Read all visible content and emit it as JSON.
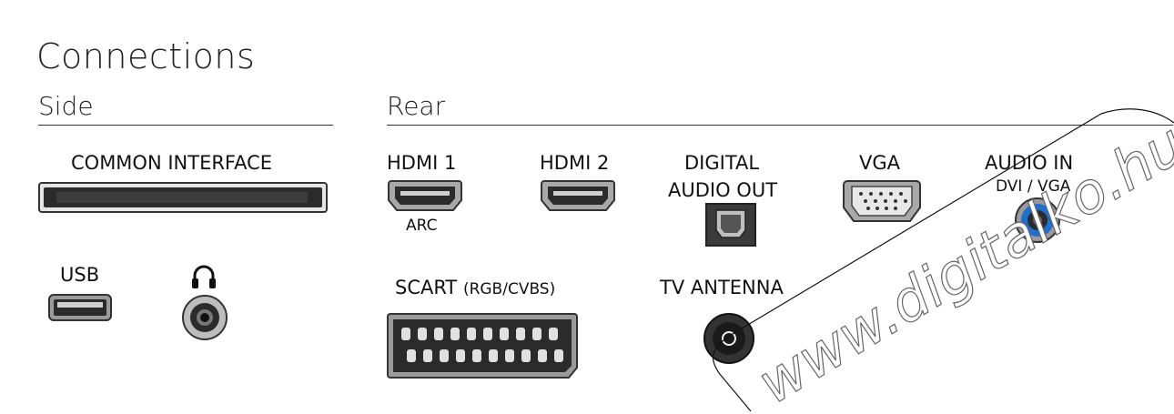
{
  "title": "Connections",
  "sections": {
    "side": "Side",
    "rear": "Rear"
  },
  "ports": {
    "common_interface": "COMMON INTERFACE",
    "usb": "USB",
    "hdmi1": "HDMI 1",
    "hdmi1_sub": "ARC",
    "hdmi2": "HDMI 2",
    "digital_audio_out_line1": "DIGITAL",
    "digital_audio_out_line2": "AUDIO OUT",
    "vga": "VGA",
    "audio_in": "AUDIO IN",
    "audio_in_sub": "DVI / VGA",
    "scart": "SCART",
    "scart_sub": "(RGB/CVBS)",
    "tv_antenna": "TV ANTENNA"
  },
  "icons": {
    "headphone": "headphone-icon",
    "headphone_jack": "headphone-jack-icon",
    "ci_slot": "ci-slot-icon",
    "usb_port": "usb-port-icon",
    "hdmi_port": "hdmi-port-icon",
    "optical_port": "optical-port-icon",
    "vga_port": "vga-port-icon",
    "audio_jack": "audio-jack-icon",
    "scart_port": "scart-port-icon",
    "antenna_port": "antenna-port-icon"
  },
  "colors": {
    "audio_in_jack": "#1f6fd1",
    "port_body": "#2b2b2b",
    "port_bezel": "#9a9a9a"
  },
  "watermark": "www.digitalko.hu"
}
